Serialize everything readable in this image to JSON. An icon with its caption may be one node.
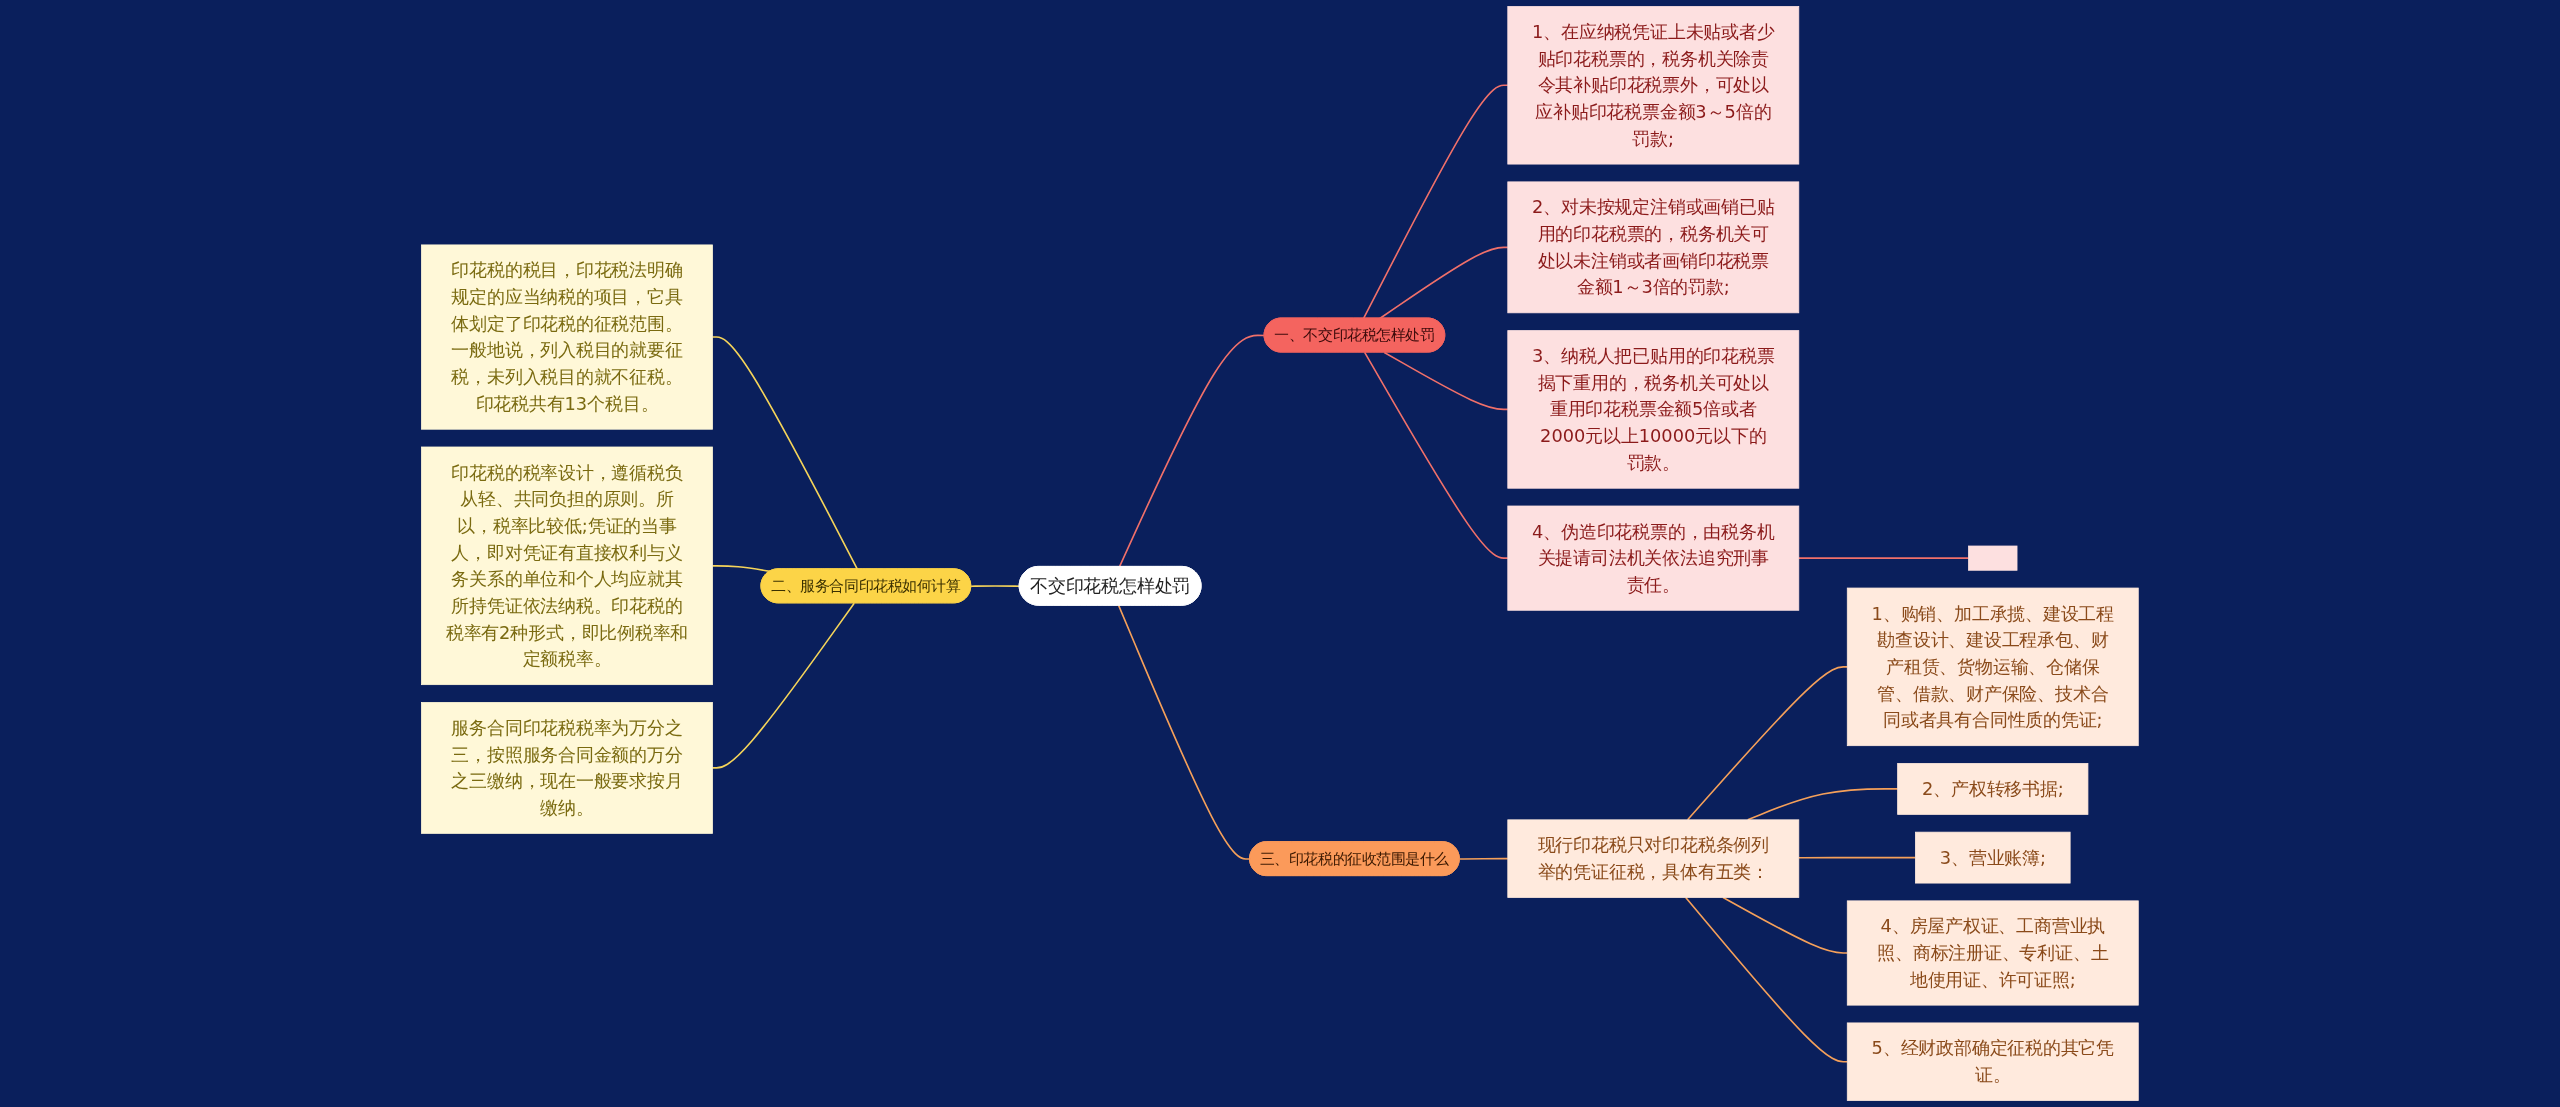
{
  "diagram": {
    "nodes": [
      {
        "text": [
          "不交印花税怎样处罚"
        ]
      },
      {
        "text": [
          "一、不交印花税怎样处罚"
        ]
      },
      {
        "text": [
          "1、在应纳税凭证上未贴或者少贴印花税票的，税务机关除责令其补贴印花税票外，可处以应补贴印花税票金额3～5倍的罚款;"
        ]
      },
      {
        "text": [
          "2、对未按规定注销或画销已贴用的印花税票的，税务机关可处以未注销或者画销印花税票金额1～3倍的罚款;"
        ]
      },
      {
        "text": [
          "3、纳税人把已贴用的印花税票揭下重用的，税务机关可处以重用印花税票金额5倍或者2000元以上10000元以下的罚款。"
        ]
      },
      {
        "text": [
          "4、伪造印花税票的，由税务机关提请司法机关依法追究刑事责任。"
        ]
      },
      {
        "text": [],
        "shape": "box"
      },
      {
        "text": [
          "二、服务合同印花税如何计算"
        ]
      },
      {
        "text": [
          "印花税的税目，印花税法明确规定的应当纳税的项目，它具体划定了印花税的征税范围。一般地说，列入税目的就要征税，未列入税目的就不征税。印花税共有13个税目。"
        ]
      },
      {
        "text": [
          "印花税的税率设计，遵循税负从轻、共同负担的原则。所以，税率比较低;凭证的当事人，即对凭证有直接权利与义务关系的单位和个人均应就其所持凭证依法纳税。印花税的税率有2种形式，即比例税率和定额税率。"
        ]
      },
      {
        "text": [
          "服务合同印花税税率为万分之三，按照服务合同金额的万分之三缴纳，现在一般要求按月缴纳。"
        ]
      },
      {
        "text": [
          "三、印花税的征收范围是什么"
        ]
      },
      {
        "text": [
          "现行印花税只对印花税条例列举的凭证征税，具体有五类："
        ]
      },
      {
        "text": [
          "1、购销、加工承揽、建设工程勘查设计、建设工程承包、财产租赁、货物运输、仓储保管、借款、财产保险、技术合同或者具有合同性质的凭证;"
        ]
      },
      {
        "text": [
          "2、产权转移书据;"
        ]
      },
      {
        "text": [
          "3、营业账簿;"
        ]
      },
      {
        "text": [
          "4、房屋产权证、工商营业执照、商标注册证、专利证、土地使用证、许可证照;"
        ]
      },
      {
        "text": [
          "5、经财政部确定征税的其它凭证。"
        ]
      }
    ],
    "edges": [
      {
        "from": 0,
        "to": 1,
        "arrow": "none",
        "color": "#f0706a"
      },
      {
        "from": 1,
        "to": 2,
        "arrow": "none",
        "color": "#f0706a"
      },
      {
        "from": 1,
        "to": 3,
        "arrow": "none",
        "color": "#f0706a"
      },
      {
        "from": 1,
        "to": 4,
        "arrow": "none",
        "color": "#f0706a"
      },
      {
        "from": 1,
        "to": 5,
        "arrow": "none",
        "color": "#f0706a"
      },
      {
        "from": 5,
        "to": 6,
        "arrow": "none",
        "color": "#f0706a"
      },
      {
        "from": 8,
        "to": 7,
        "arrow": "none",
        "color": "#f5d45a"
      },
      {
        "from": 9,
        "to": 7,
        "arrow": "none",
        "color": "#f5d45a"
      },
      {
        "from": 10,
        "to": 7,
        "arrow": "none",
        "color": "#f5d45a"
      },
      {
        "from": 7,
        "to": 0,
        "arrow": "none",
        "color": "#f5d45a"
      },
      {
        "from": 0,
        "to": 11,
        "arrow": "none"
      },
      {
        "from": 11,
        "to": 12,
        "arrow": "none"
      },
      {
        "from": 12,
        "to": 13,
        "arrow": "none"
      },
      {
        "from": 12,
        "to": 14,
        "arrow": "none"
      },
      {
        "from": 12,
        "to": 15,
        "arrow": "none"
      },
      {
        "from": 12,
        "to": 16,
        "arrow": "none"
      },
      {
        "from": 12,
        "to": 17,
        "arrow": "none"
      }
    ]
  }
}
